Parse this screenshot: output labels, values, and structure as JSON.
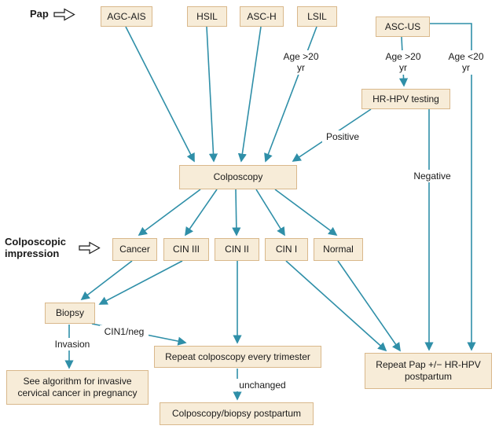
{
  "diagram": {
    "colors": {
      "box_bg": "#f7ecd8",
      "box_border": "#d9b88b",
      "arrow": "#2f8fa8",
      "text": "#1a1a1a"
    },
    "pointer_labels": {
      "pap": "Pap",
      "colposcopic_impression": "Colposcopic impression"
    },
    "nodes": {
      "agc_ais": "AGC-AIS",
      "hsil": "HSIL",
      "asc_h": "ASC-H",
      "lsil": "LSIL",
      "asc_us": "ASC-US",
      "hr_hpv": "HR-HPV testing",
      "colposcopy": "Colposcopy",
      "cancer": "Cancer",
      "cin3": "CIN III",
      "cin2": "CIN II",
      "cin1": "CIN I",
      "normal": "Normal",
      "biopsy": "Biopsy",
      "see_algorithm": "See algorithm for invasive cervical cancer in pregnancy",
      "repeat_colpo": "Repeat colposcopy every trimester",
      "colpo_biopsy_pp": "Colposcopy/biopsy postpartum",
      "repeat_pap": "Repeat Pap +/− HR-HPV postpartum"
    },
    "edge_labels": {
      "age_gt20_lsil": "Age >20 yr",
      "age_gt20_ascus": "Age >20 yr",
      "age_lt20": "Age <20 yr",
      "positive": "Positive",
      "negative": "Negative",
      "invasion": "Invasion",
      "cin1_neg": "CIN1/neg",
      "unchanged": "unchanged"
    }
  }
}
